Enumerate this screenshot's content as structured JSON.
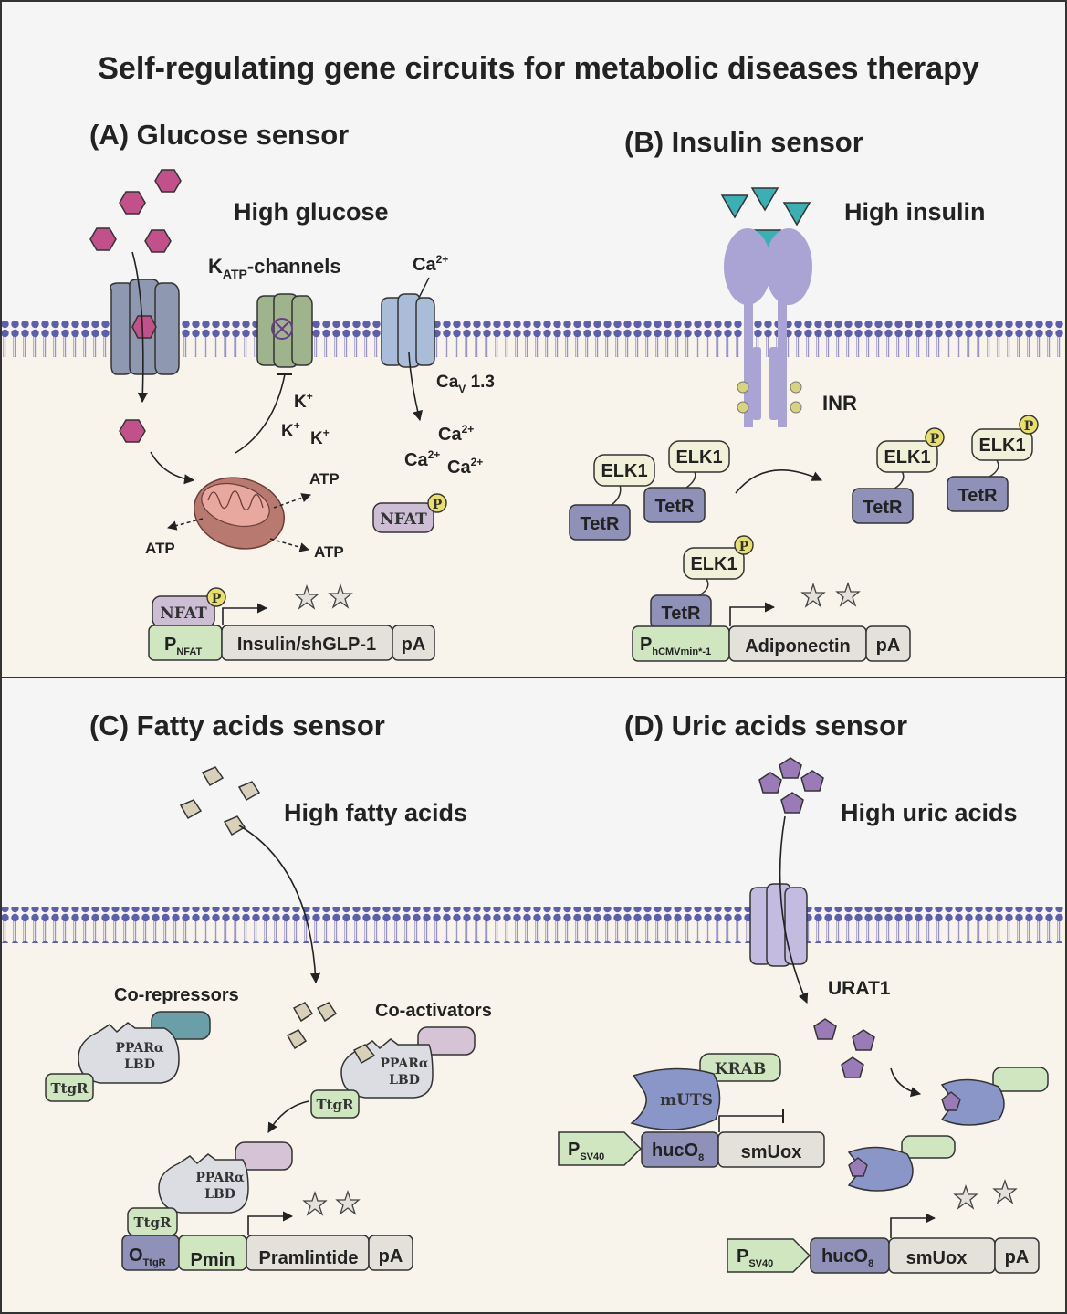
{
  "title": "Self-regulating gene circuits for metabolic diseases therapy",
  "panels": {
    "a": {
      "heading": "(A) Glucose sensor",
      "stimulus": "High glucose",
      "katp_label": "K",
      "katp_sub": "ATP",
      "katp_suffix": "-channels",
      "ca_top": "Ca",
      "ca_sup": "2+",
      "cav": "Ca",
      "cav_sub": "V",
      "cav_suffix": " 1.3",
      "k_ion": "K",
      "k_sup": "+",
      "ca_ion": "Ca",
      "ca_ion_sup": "2+",
      "atp": "ATP",
      "nfat": "NFAT",
      "phospho": "P",
      "promoter": "P",
      "promoter_sub": "NFAT",
      "gene": "Insulin/shGLP-1",
      "polya": "pA"
    },
    "b": {
      "heading": "(B) Insulin sensor",
      "stimulus": "High insulin",
      "receptor": "INR",
      "elk1": "ELK1",
      "tetr": "TetR",
      "phospho": "P",
      "promoter": "P",
      "promoter_sub": "hCMVmin*-1",
      "gene": "Adiponectin",
      "polya": "pA"
    },
    "c": {
      "heading": "(C) Fatty acids sensor",
      "stimulus": "High fatty acids",
      "corepressors": "Co-repressors",
      "coactivators": "Co-activators",
      "ppar_line1": "PPARα",
      "ppar_line2": "LBD",
      "ttgr": "TtgR",
      "operator": "O",
      "operator_sub": "TtgR",
      "pmin": "Pmin",
      "gene": "Pramlintide",
      "polya": "pA"
    },
    "d": {
      "heading": "(D) Uric acids sensor",
      "stimulus": "High uric acids",
      "transporter": "URAT1",
      "krab": "KRAB",
      "muts": "mUTS",
      "promoter": "P",
      "promoter_sub": "SV40",
      "operator": "hucO",
      "operator_sub": "8",
      "gene": "smUox",
      "polya": "pA"
    }
  },
  "colors": {
    "background": "#f8f4ec",
    "membrane_head": "#5c5eb0",
    "membrane_tail": "#9b95c8",
    "glucose": "#c2508a",
    "insulin": "#3ab0b4",
    "receptor": "#a9a4d4",
    "uric_acid": "#9b7ab8",
    "fatty_acid": "#d8d0b8",
    "tetr": "#9091b8",
    "elk1": "#f1f0d8",
    "phospho": "#e8e06a",
    "promoter": "#cfe6c0",
    "gene": "#e3e1da",
    "nfat": "#cdbed6",
    "mito": "#b87a70"
  }
}
